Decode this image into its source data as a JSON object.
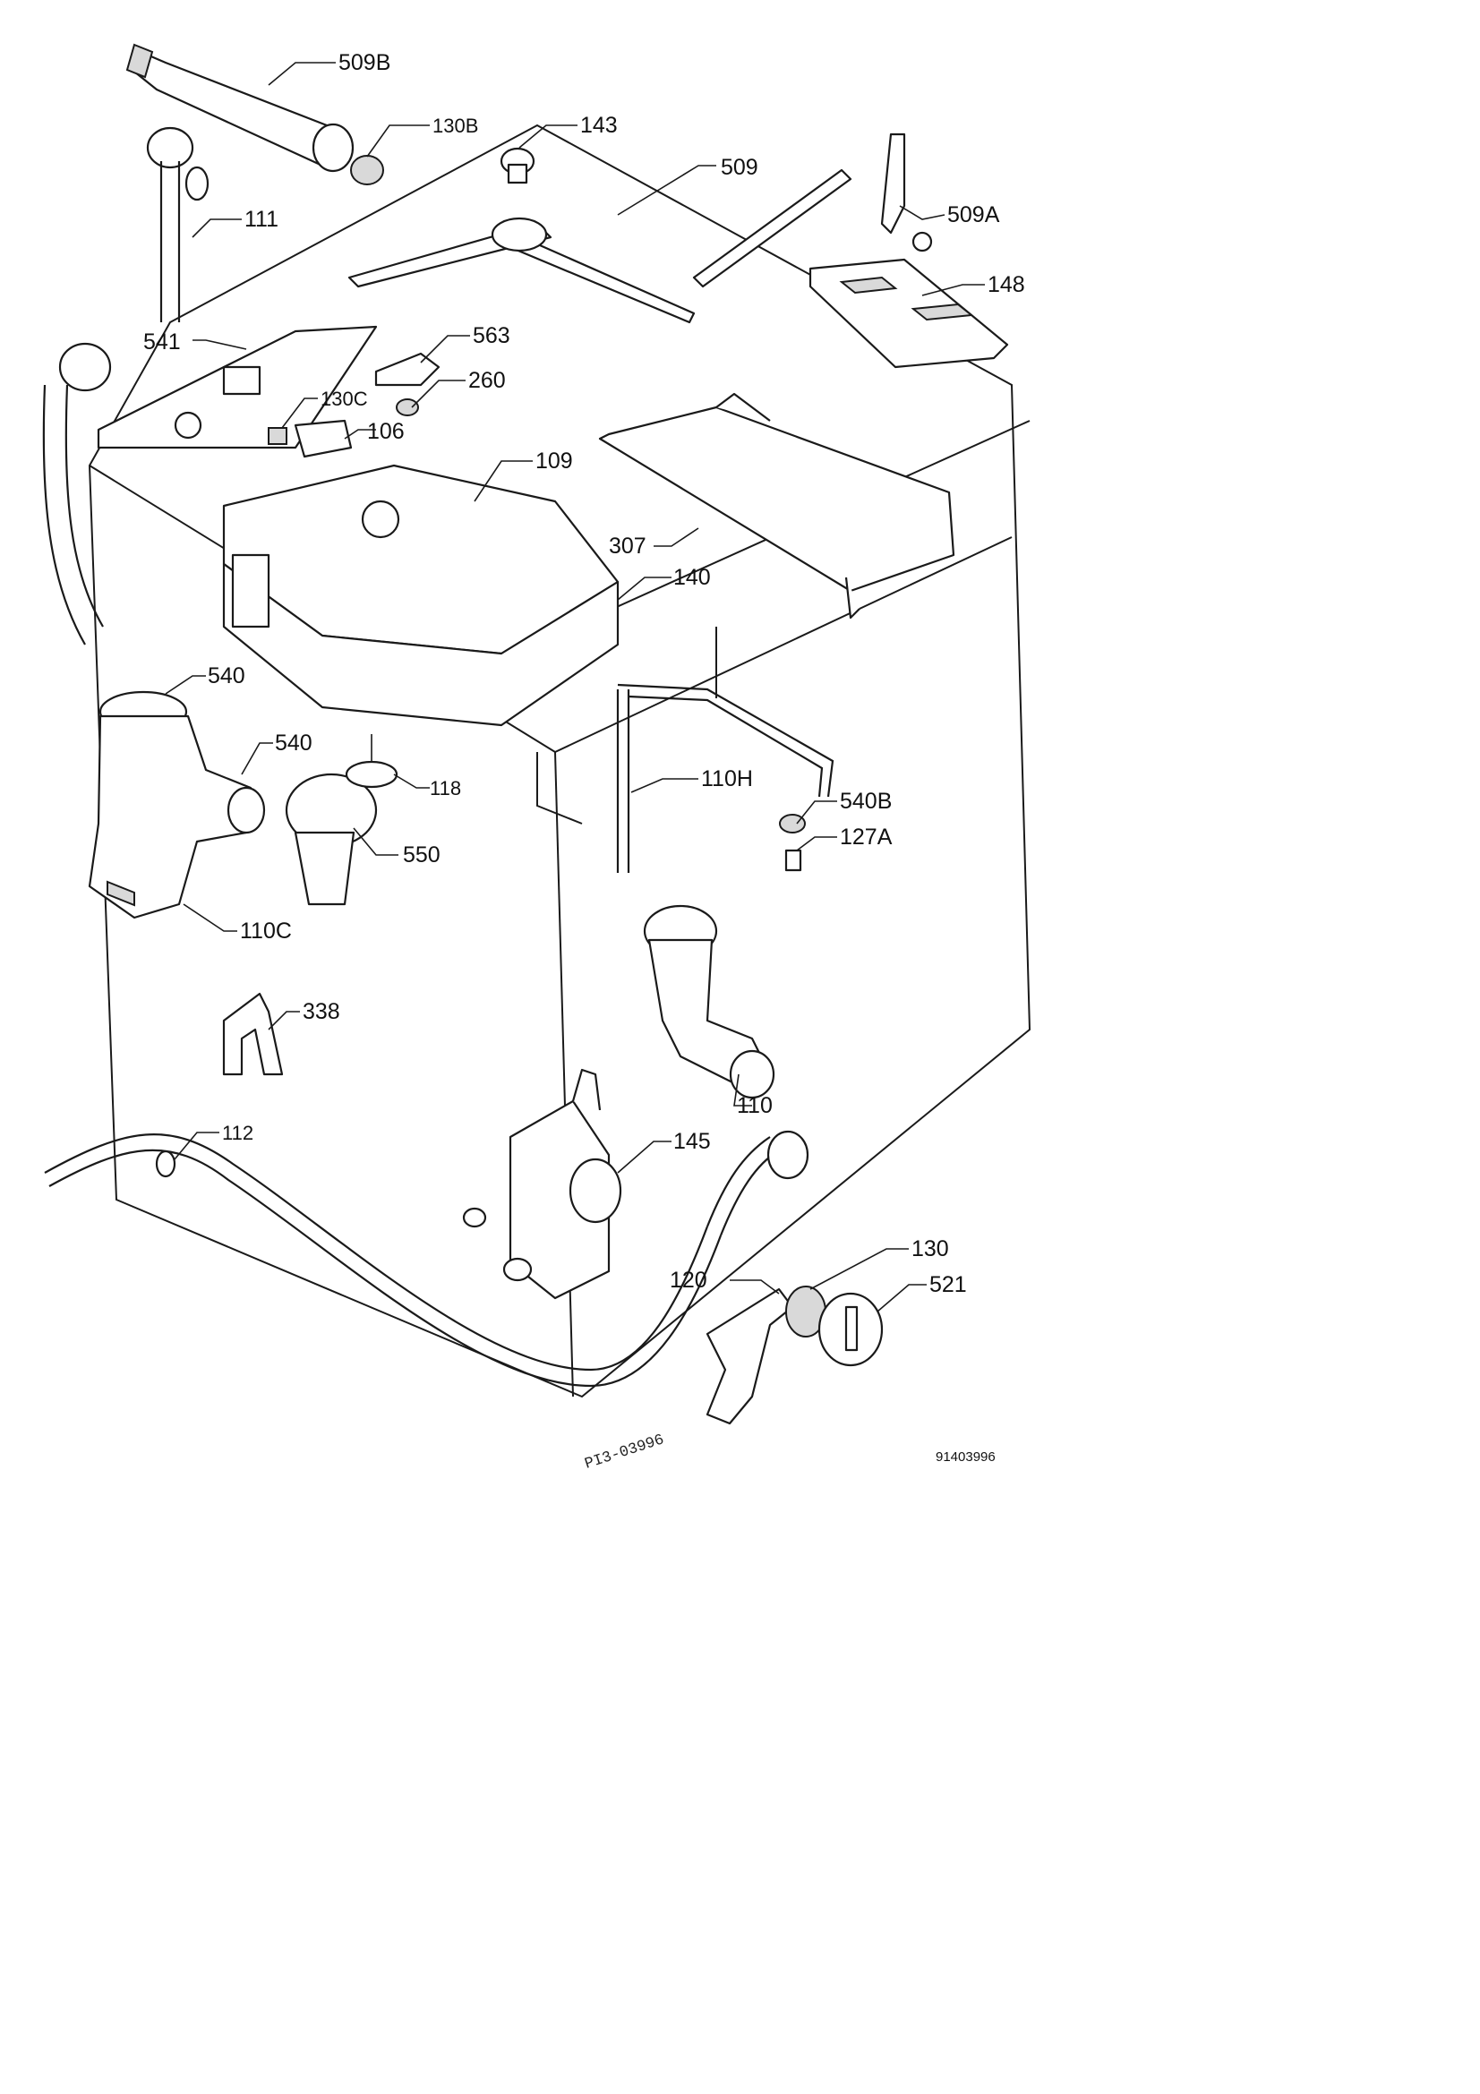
{
  "diagram": {
    "reference_code": "91403996",
    "stamp_text": "PI3-03996",
    "part_labels": [
      {
        "id": "509b",
        "text": "509B"
      },
      {
        "id": "130b",
        "text": "130B"
      },
      {
        "id": "143",
        "text": "143"
      },
      {
        "id": "509",
        "text": "509"
      },
      {
        "id": "509a",
        "text": "509A"
      },
      {
        "id": "111",
        "text": "111"
      },
      {
        "id": "148",
        "text": "148"
      },
      {
        "id": "541",
        "text": "541"
      },
      {
        "id": "563",
        "text": "563"
      },
      {
        "id": "260",
        "text": "260"
      },
      {
        "id": "130c",
        "text": "130C"
      },
      {
        "id": "106",
        "text": "106"
      },
      {
        "id": "109",
        "text": "109"
      },
      {
        "id": "307",
        "text": "307"
      },
      {
        "id": "140",
        "text": "140"
      },
      {
        "id": "540-top",
        "text": "540"
      },
      {
        "id": "540-mid",
        "text": "540"
      },
      {
        "id": "118",
        "text": "118"
      },
      {
        "id": "110h",
        "text": "110H"
      },
      {
        "id": "540b",
        "text": "540B"
      },
      {
        "id": "127a",
        "text": "127A"
      },
      {
        "id": "550",
        "text": "550"
      },
      {
        "id": "110c",
        "text": "110C"
      },
      {
        "id": "338",
        "text": "338"
      },
      {
        "id": "110",
        "text": "110"
      },
      {
        "id": "112",
        "text": "112"
      },
      {
        "id": "145",
        "text": "145"
      },
      {
        "id": "130",
        "text": "130"
      },
      {
        "id": "120",
        "text": "120"
      },
      {
        "id": "521",
        "text": "521"
      }
    ]
  }
}
